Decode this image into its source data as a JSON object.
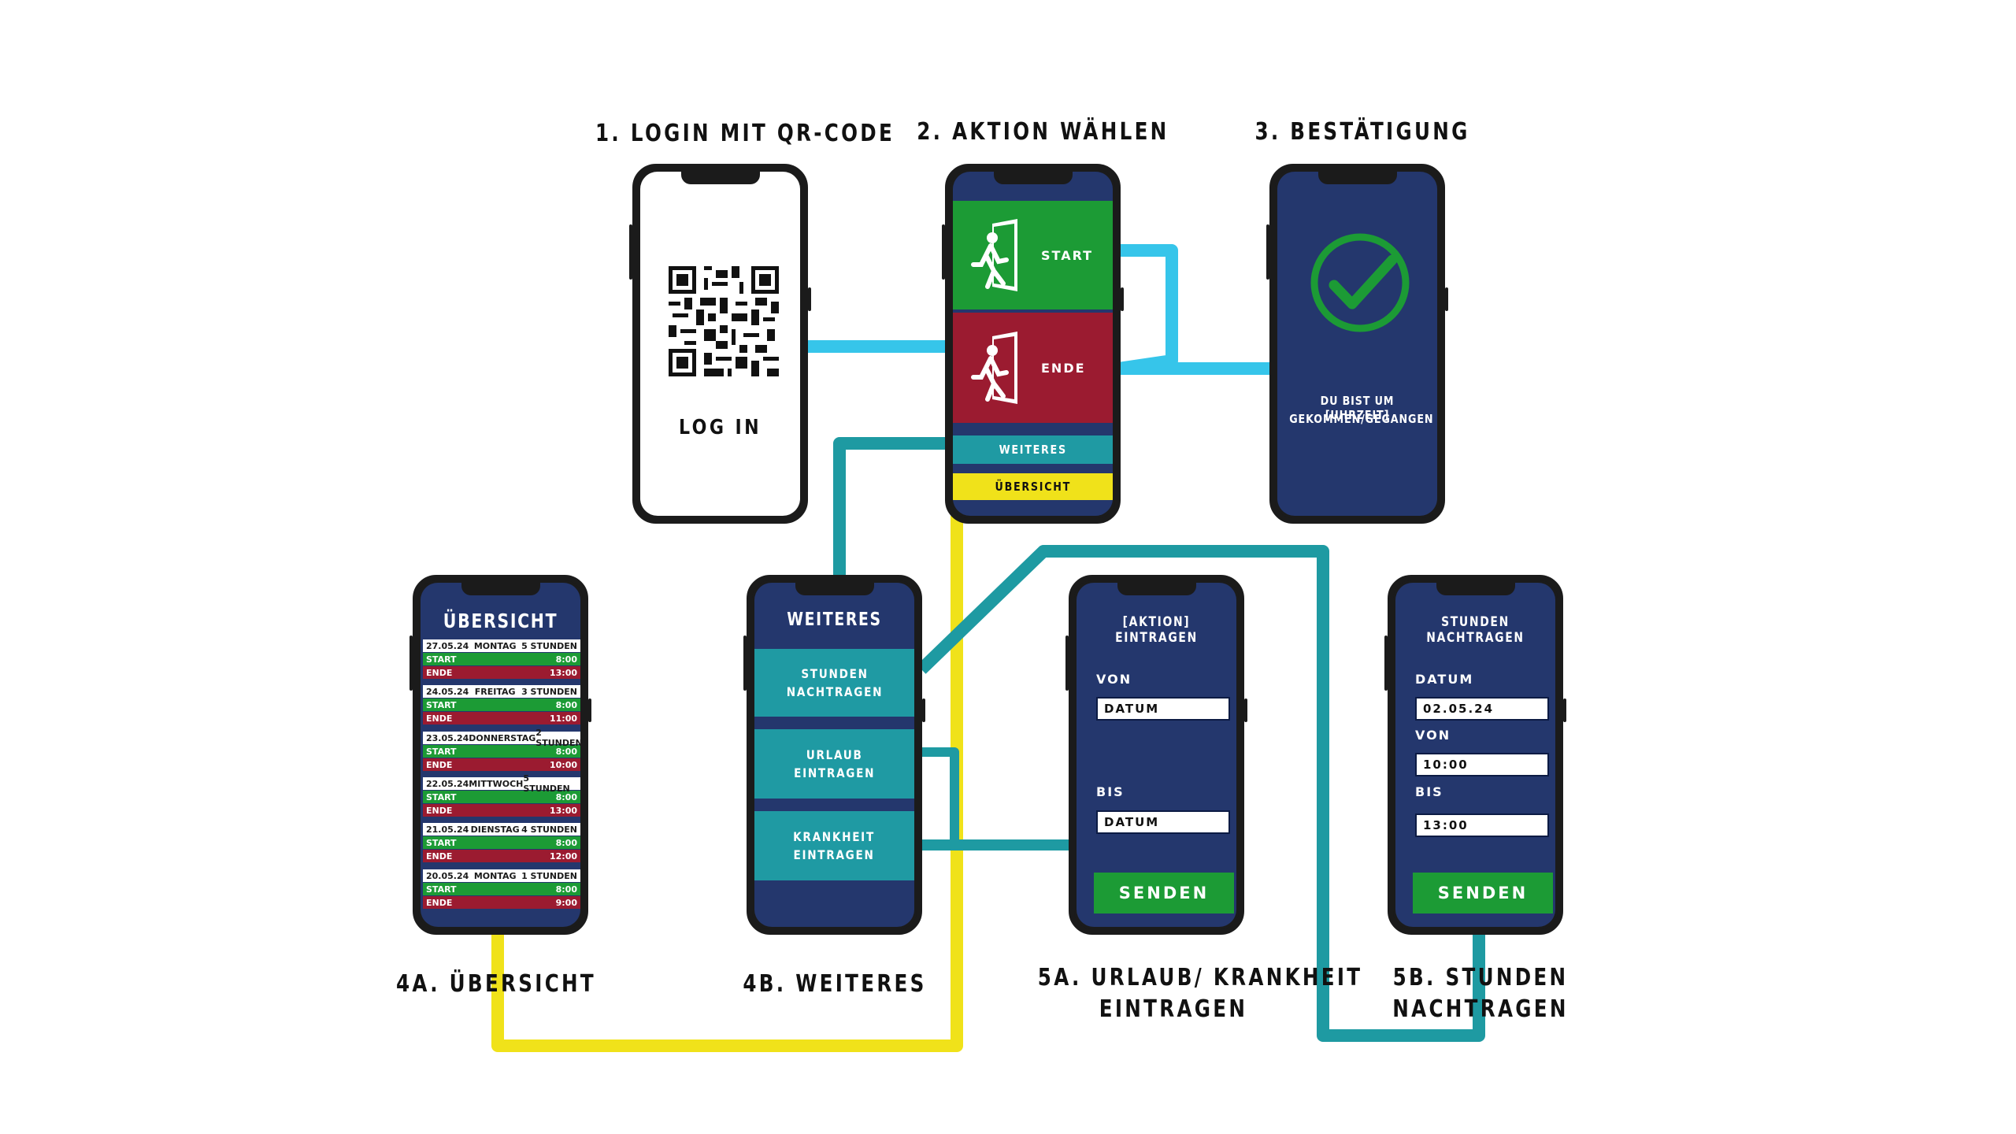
{
  "labels": {
    "step1": "1. LOGIN MIT QR-CODE",
    "step2": "2. AKTION WÄHLEN",
    "step3": "3. BESTÄTIGUNG",
    "step4a": "4A. ÜBERSICHT",
    "step4b": "4B. WEITERES",
    "step5a_line1": "5A. URLAUB/ KRANKHEIT",
    "step5a_line2": "EINTRAGEN",
    "step5b_line1": "5B. STUNDEN",
    "step5b_line2": "NACHTRAGEN"
  },
  "login": {
    "button": "LOG IN"
  },
  "action": {
    "start": "START",
    "end": "ENDE",
    "more": "WEITERES",
    "overview": "ÜBERSICHT"
  },
  "confirm": {
    "line1": "DU BIST UM [UHRZEIT]",
    "line2": "GEKOMMEN/GEGANGEN"
  },
  "overview": {
    "title": "ÜBERSICHT",
    "entries": [
      {
        "date": "27.05.24",
        "day": "MONTAG",
        "hours": "5 STUNDEN",
        "start_label": "START",
        "start": "8:00",
        "end_label": "ENDE",
        "end": "13:00"
      },
      {
        "date": "24.05.24",
        "day": "FREITAG",
        "hours": "3 STUNDEN",
        "start_label": "START",
        "start": "8:00",
        "end_label": "ENDE",
        "end": "11:00"
      },
      {
        "date": "23.05.24",
        "day": "DONNERSTAG",
        "hours": "2 STUNDEN",
        "start_label": "START",
        "start": "8:00",
        "end_label": "ENDE",
        "end": "10:00"
      },
      {
        "date": "22.05.24",
        "day": "MITTWOCH",
        "hours": "5 STUNDEN",
        "start_label": "START",
        "start": "8:00",
        "end_label": "ENDE",
        "end": "13:00"
      },
      {
        "date": "21.05.24",
        "day": "DIENSTAG",
        "hours": "4 STUNDEN",
        "start_label": "START",
        "start": "8:00",
        "end_label": "ENDE",
        "end": "12:00"
      },
      {
        "date": "20.05.24",
        "day": "MONTAG",
        "hours": "1 STUNDEN",
        "start_label": "START",
        "start": "8:00",
        "end_label": "ENDE",
        "end": "9:00"
      }
    ]
  },
  "more": {
    "title": "WEITERES",
    "buttons": [
      "STUNDEN\nNACHTRAGEN",
      "URLAUB\nEINTRAGEN",
      "KRANKHEIT\nEINTRAGEN"
    ]
  },
  "form_a": {
    "title": "[AKTION] EINTRAGEN",
    "from_label": "VON",
    "from_value": "DATUM",
    "to_label": "BIS",
    "to_value": "DATUM",
    "send": "SENDEN"
  },
  "form_b": {
    "title": "STUNDEN NACHTRAGEN",
    "date_label": "DATUM",
    "date_value": "02.05.24",
    "from_label": "VON",
    "from_value": "10:00",
    "to_label": "BIS",
    "to_value": "13:00",
    "send": "SENDEN"
  },
  "colors": {
    "screen": "#24376d",
    "green": "#1c9b35",
    "red": "#9b1b30",
    "teal": "#1f9aa3",
    "yellow": "#f0e21a",
    "cyan": "#36c5ea",
    "wire_teal": "#1e9aa2"
  }
}
